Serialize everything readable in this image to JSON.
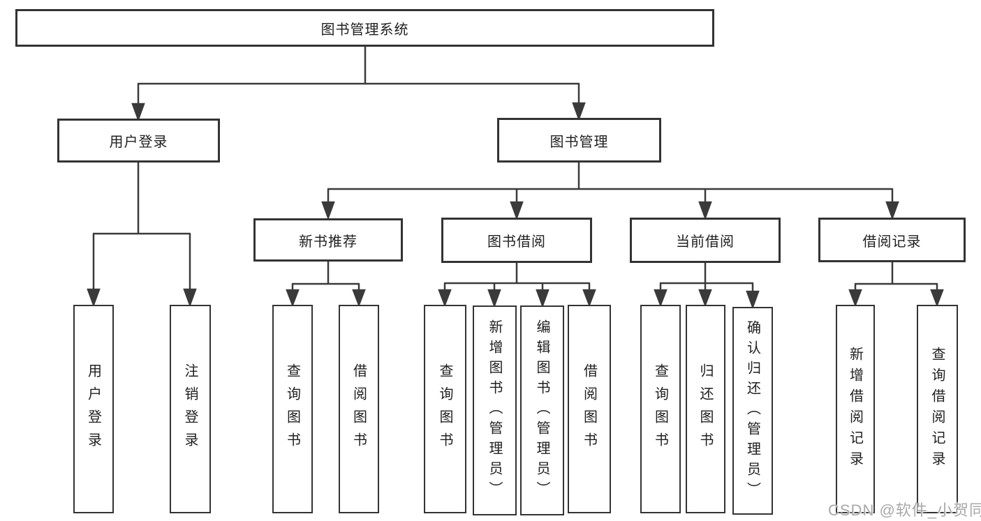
{
  "diagram": {
    "root_label": "图书管理系统",
    "level1": {
      "user_login": "用户登录",
      "book_mgmt": "图书管理"
    },
    "user_login_children": [
      "用户登录",
      "注销登录"
    ],
    "level2": {
      "new_books": "新书推荐",
      "borrowing": "图书借阅",
      "current": "当前借阅",
      "records": "借阅记录"
    },
    "new_books_children": [
      "查询图书",
      "借阅图书"
    ],
    "borrowing_children": [
      "查询图书",
      "新增图书（管理员）",
      "编辑图书（管理员）",
      "借阅图书"
    ],
    "current_children": [
      "查询图书",
      "归还图书",
      "确认归还（管理员）"
    ],
    "records_children": [
      "新增借阅记录",
      "查询借阅记录"
    ]
  },
  "watermark": "CSDN @软件_小贺同学",
  "colors": {
    "line": "#3a3a3a",
    "box_border": "#333333",
    "text": "#1f1f1f",
    "watermark": "#a8a8a8",
    "background": "#ffffff"
  }
}
